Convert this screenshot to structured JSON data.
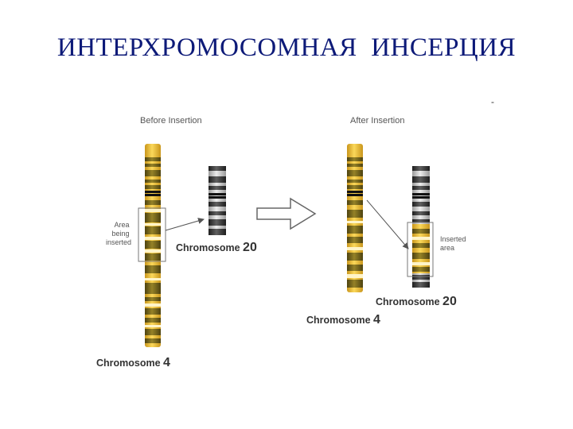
{
  "title": "ИНТЕРХРОМОСОМНАЯ  ИНСЕРЦИЯ",
  "stray_mark": "-",
  "before": {
    "heading": "Before Insertion",
    "area_label_lines": [
      "Area",
      "being",
      "inserted"
    ],
    "chr20_label_text": "Chromosome ",
    "chr20_label_num": "20",
    "chr4_label_text": "Chromosome ",
    "chr4_label_num": "4"
  },
  "after": {
    "heading": "After Insertion",
    "inserted_label_lines": [
      "Inserted",
      "area"
    ],
    "chr20_label_text": "Chromosome ",
    "chr20_label_num": "20",
    "chr4_label_text": "Chromosome ",
    "chr4_label_num": "4"
  },
  "colors": {
    "title": "#0d1a78",
    "chr4_yellow": "#f2c23c",
    "chr4_olive": "#7c6a1c",
    "chr20_light": "#d8d8d8",
    "chr20_dark": "#444444",
    "box": "#777777"
  }
}
